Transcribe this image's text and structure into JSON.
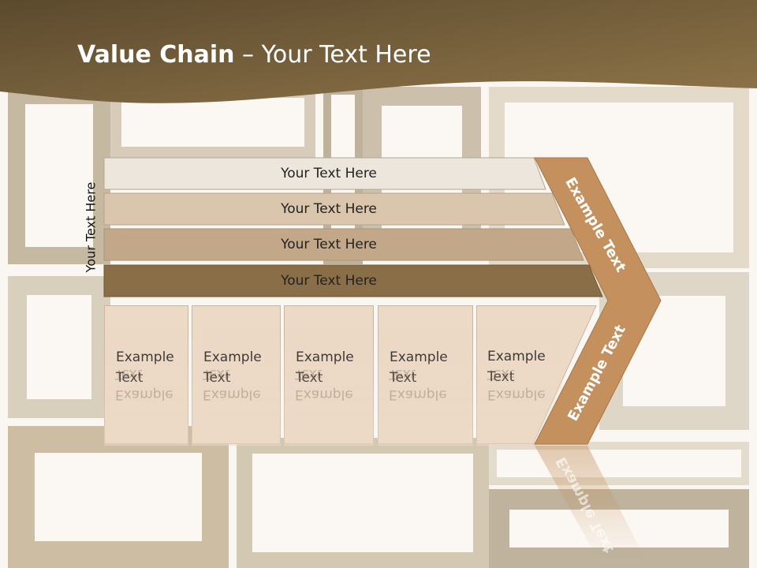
{
  "title": {
    "bold": "Value Chain",
    "rest": " – Your Text Here"
  },
  "side_label": "Your Text Here",
  "bars": [
    {
      "label": "Your Text Here",
      "color": "#ece6dc"
    },
    {
      "label": "Your Text Here",
      "color": "#d9c6ad"
    },
    {
      "label": "Your Text Here",
      "color": "#c2a888"
    },
    {
      "label": "Your Text Here",
      "color": "#8a6e48"
    }
  ],
  "columns": [
    {
      "text": "Example\nText"
    },
    {
      "text": "Example\nText"
    },
    {
      "text": "Example\nText"
    },
    {
      "text": "Example\nText"
    },
    {
      "text": "Example\nText"
    }
  ],
  "chevron": {
    "top_label": "Example Text",
    "bottom_label": "Example Text",
    "color": "#c4915e"
  },
  "colors": {
    "header": "#7a6440",
    "column_fill": "#ecd9c6"
  }
}
